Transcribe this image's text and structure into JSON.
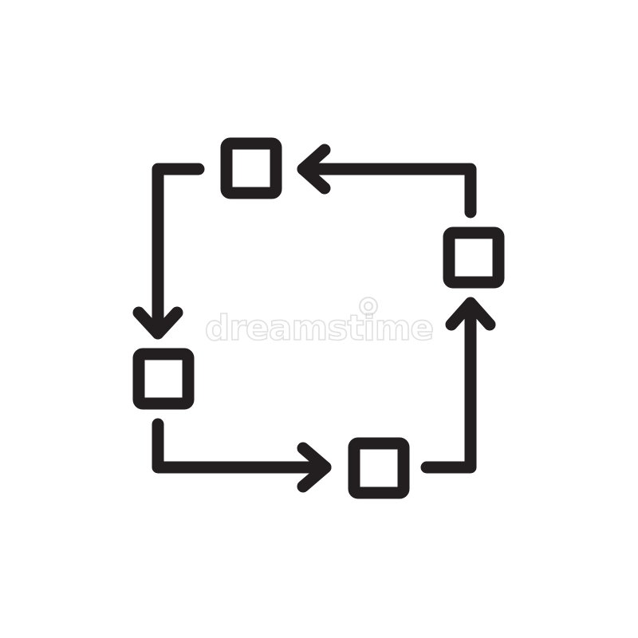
{
  "watermark": {
    "text": "dreamstime"
  },
  "colors": {
    "ink": "#231f20",
    "background": "#ffffff",
    "watermark": "#c8c8c8"
  },
  "icon": {
    "name": "cycle-process-icon",
    "nodes": [
      "top",
      "right",
      "bottom",
      "left"
    ],
    "flow": "counter-clockwise"
  }
}
